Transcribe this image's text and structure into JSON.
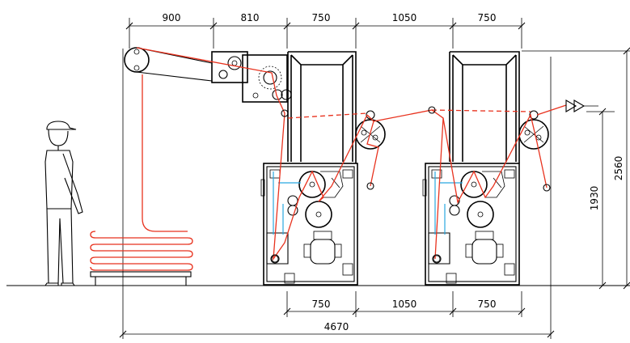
{
  "dimensions": {
    "top": [
      "900",
      "810",
      "750",
      "1050",
      "750"
    ],
    "bottom": [
      "750",
      "1050",
      "750"
    ],
    "total_width": "4670",
    "height_infeed": "1930",
    "height_total": "2560"
  },
  "colors": {
    "web_path": "#e8321e",
    "secondary_path": "#28a8e0",
    "linework": "#000000"
  }
}
